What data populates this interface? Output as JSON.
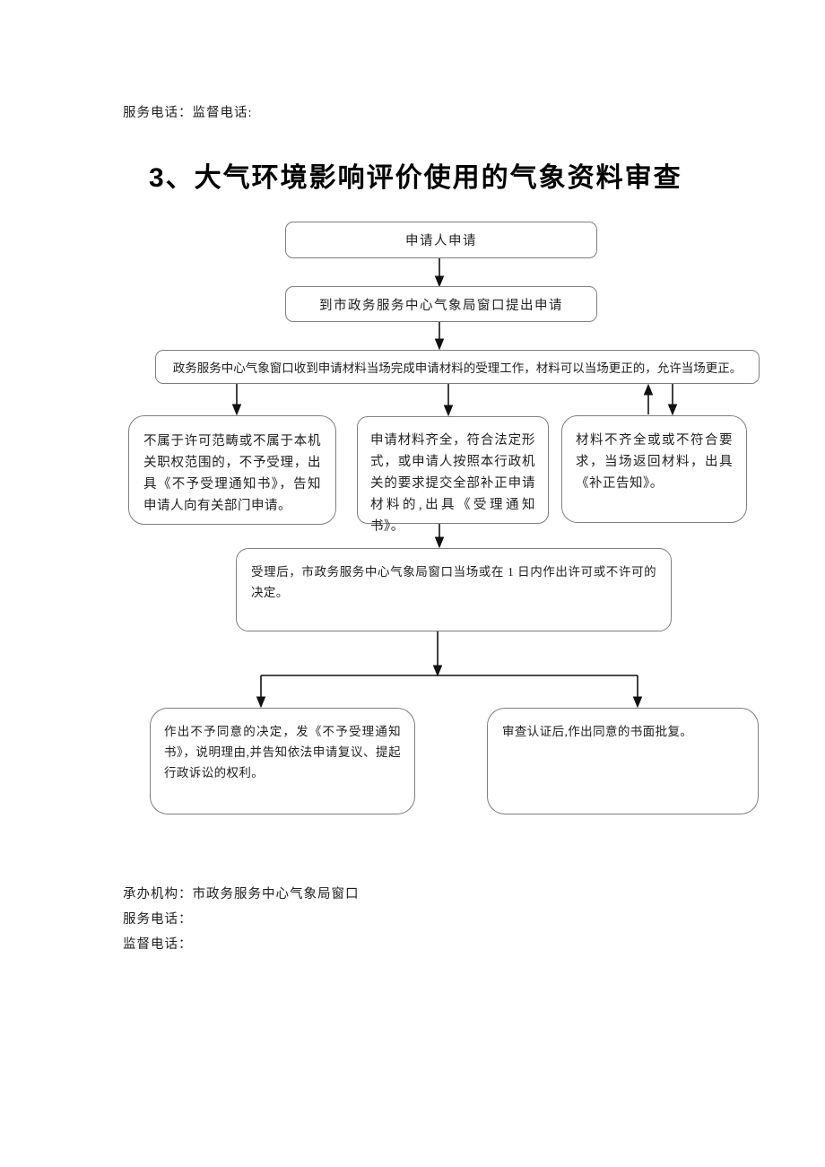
{
  "page": {
    "top_line": "服务电话：监督电话:",
    "title": "3、大气环境影响评价使用的气象资料审查",
    "footer": {
      "agency": "承办机构：市政务服务中心气象局窗口",
      "service_phone": "服务电话：",
      "supervision_phone": "监督电话："
    }
  },
  "flowchart": {
    "nodes": {
      "apply": "申请人申请",
      "submit": "到市政务服务中心气象局窗口提出申请",
      "receive": "政务服务中心气象窗口收到申请材料当场完成申请材料的受理工作，材料可以当场更正的，允许当场更正。",
      "reject": "不属于许可范畴或不属于本机关职权范围的，不予受理，出具《不予受理通知书》，告知申请人向有关部门申请。",
      "accept": "申请材料齐全，符合法定形式，或申请人按照本行政机关的要求提交全部补正申请材料的,出具《受理通知书》。",
      "supplement": "材料不齐全或或不符合要求，当场返回材料，出具《补正告知》。",
      "decision": "受理后，市政务服务中心气象局窗口当场或在 1 日内作出许可或不许可的决定。",
      "disagree": "作出不予同意的决定，发《不予受理通知书》，说明理由,并告知依法申请复议、提起行政诉讼的权利。",
      "agree": "审查认证后,作出同意的书面批复。"
    }
  },
  "colors": {
    "background": "#ffffff",
    "box_border": "#7f7f7f",
    "arrow": "#111111",
    "text": "#1f1f1f"
  }
}
